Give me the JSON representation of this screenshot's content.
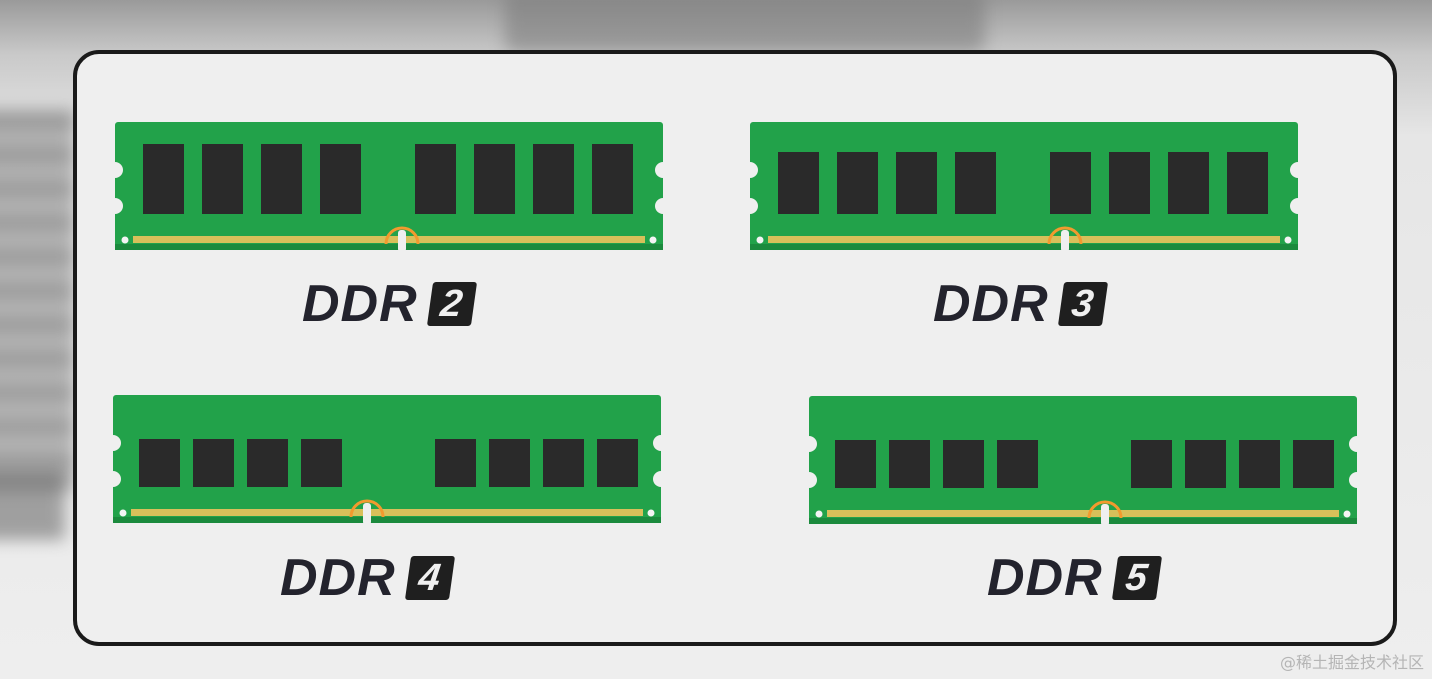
{
  "modules": [
    {
      "id": "ddr2",
      "label": "DDR",
      "generation": "2",
      "chip_layout": "even"
    },
    {
      "id": "ddr3",
      "label": "DDR",
      "generation": "3",
      "chip_layout": "even"
    },
    {
      "id": "ddr4",
      "label": "DDR",
      "generation": "4",
      "chip_layout": "gap"
    },
    {
      "id": "ddr5",
      "label": "DDR",
      "generation": "5",
      "chip_layout": "gap"
    }
  ],
  "colors": {
    "pcb": "#22a24a",
    "pcb_edge": "#1b8a3d",
    "chip": "#2a2a2a",
    "contacts": "#d8c05a",
    "notch_highlight": "#f29a2e",
    "text": "#23232d",
    "badge": "#1f1f1f"
  },
  "watermark": "@稀土掘金技术社区"
}
